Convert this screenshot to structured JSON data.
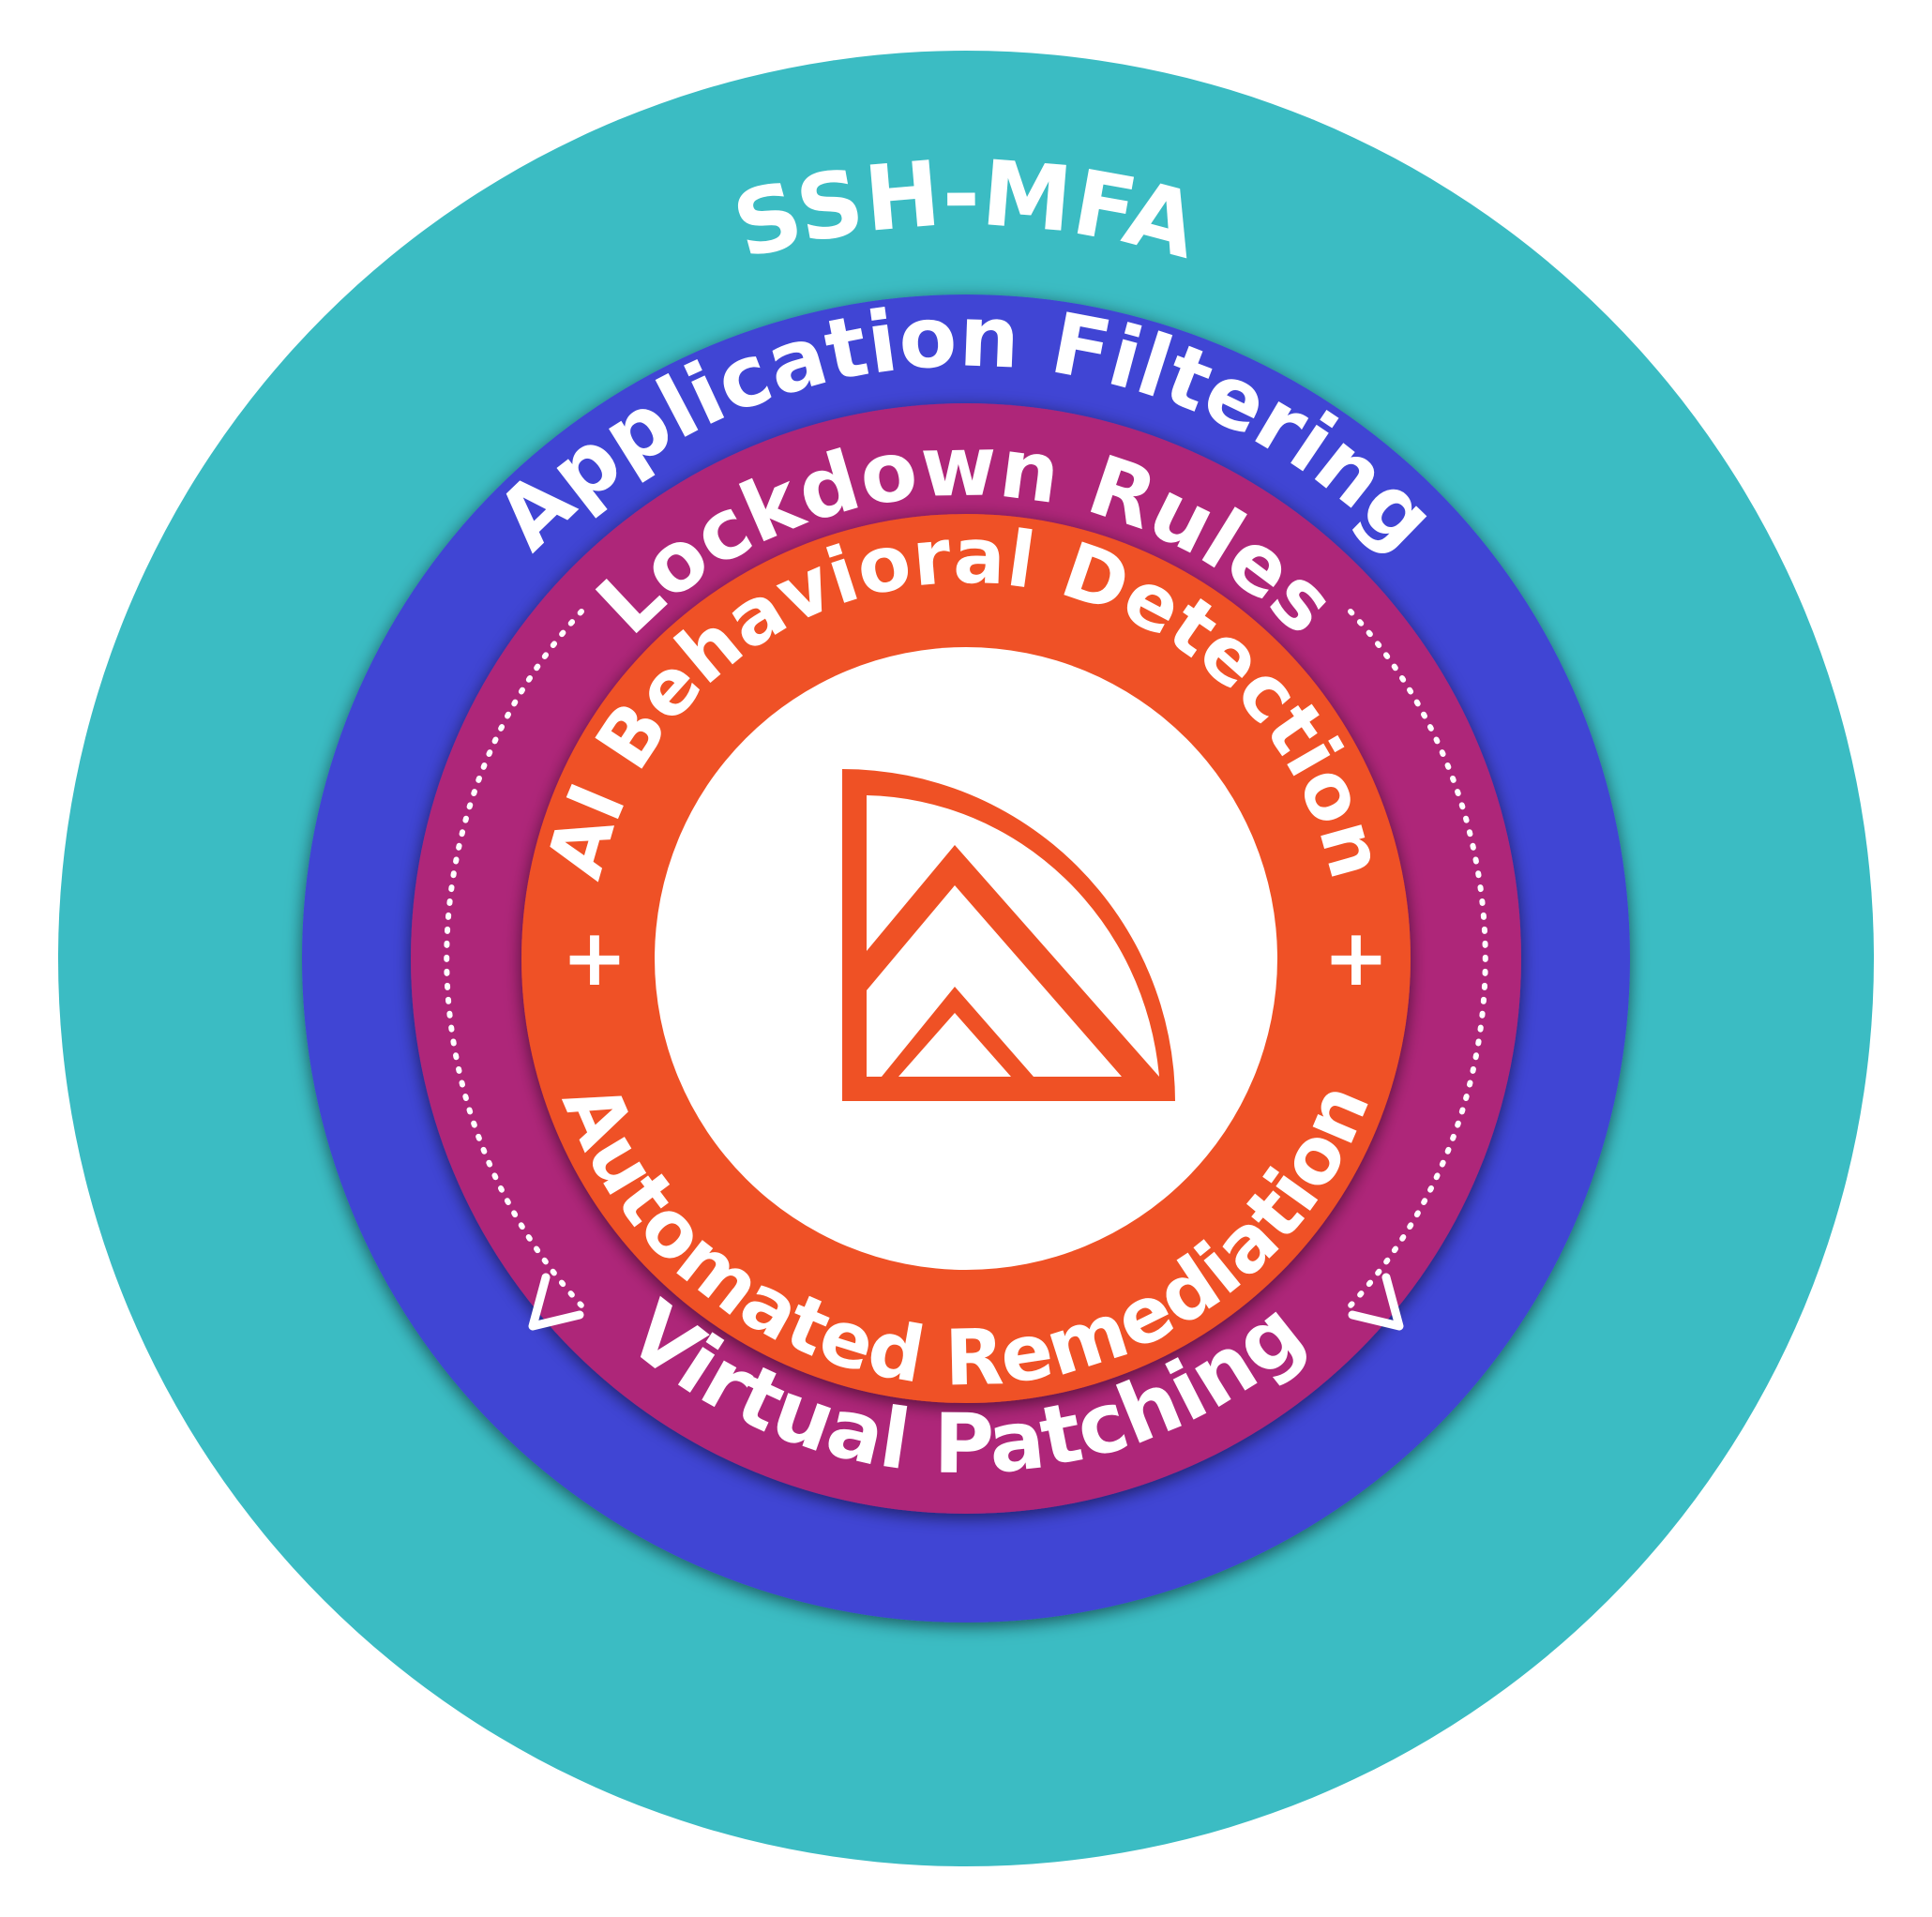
{
  "diagram": {
    "rings": [
      {
        "id": "ssh-mfa",
        "label": "SSH-MFA",
        "color": "#3bbcc3"
      },
      {
        "id": "application-filtering",
        "label": "Application Filtering",
        "color": "#3f45d4"
      },
      {
        "id": "lockdown-rules",
        "label": "Lockdown Rules",
        "color": "#ae2679"
      },
      {
        "id": "virtual-patching",
        "label": "Virtual Patching",
        "color": "#ae2679"
      },
      {
        "id": "ai-behavioral-detection",
        "label": "AI Behavioral Detection",
        "color": "#ef5125"
      },
      {
        "id": "automated-remediation",
        "label": "Automated Remediation",
        "color": "#ef5125"
      }
    ],
    "connector": "+",
    "center": {
      "color": "#ffffff",
      "logo_color": "#ef5125"
    },
    "dotted_arrow_color": "#ffffff"
  }
}
